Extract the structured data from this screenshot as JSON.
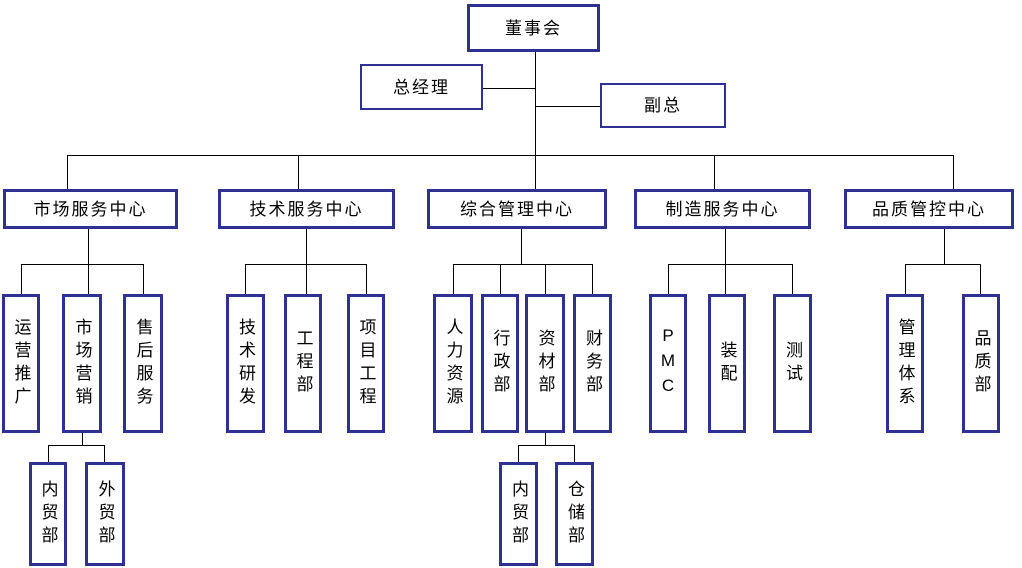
{
  "colors": {
    "box_border": "#2e3192",
    "connector_line": "#000000",
    "text": "#000000",
    "background": "#ffffff"
  },
  "org": {
    "board": {
      "label": "董事会"
    },
    "general_manager": {
      "label": "总经理"
    },
    "deputy_general_manager": {
      "label": "副总"
    },
    "centers": [
      {
        "label": "市场服务中心",
        "children": [
          {
            "label": "运营推广"
          },
          {
            "label": "市场营销",
            "children": [
              {
                "label": "内贸部"
              },
              {
                "label": "外贸部"
              }
            ]
          },
          {
            "label": "售后服务"
          }
        ]
      },
      {
        "label": "技术服务中心",
        "children": [
          {
            "label": "技术研发"
          },
          {
            "label": "工程部"
          },
          {
            "label": "项目工程"
          }
        ]
      },
      {
        "label": "综合管理中心",
        "children": [
          {
            "label": "人力资源"
          },
          {
            "label": "行政部"
          },
          {
            "label": "资材部",
            "children": [
              {
                "label": "内贸部"
              },
              {
                "label": "仓储部"
              }
            ]
          },
          {
            "label": "财务部"
          }
        ]
      },
      {
        "label": "制造服务中心",
        "children": [
          {
            "label": "PMC"
          },
          {
            "label": "装配"
          },
          {
            "label": "测试"
          }
        ]
      },
      {
        "label": "品质管控中心",
        "children": [
          {
            "label": "管理体系"
          },
          {
            "label": "品质部"
          }
        ]
      }
    ]
  }
}
